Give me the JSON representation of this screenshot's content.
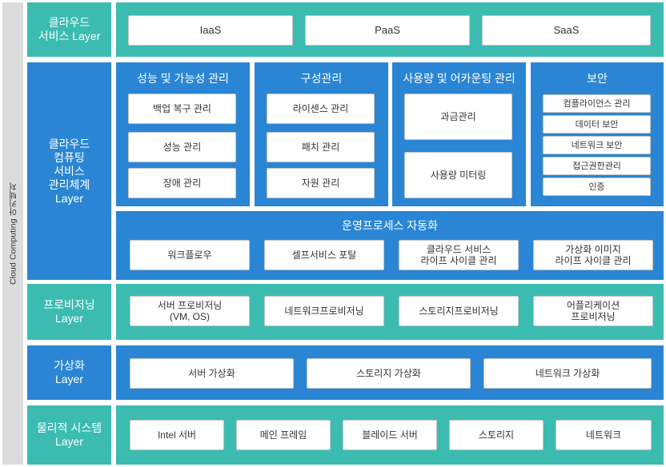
{
  "side_label": "Cloud Computing 아키텍처",
  "layers": {
    "cloud_service": {
      "label": "클라우드\n서비스 Layer",
      "items": [
        "IaaS",
        "PaaS",
        "SaaS"
      ]
    },
    "management": {
      "label": "클라우드\n컴퓨팅\n서비스\n관리체계\nLayer",
      "groups": [
        {
          "title": "성능 및 가능성 관리",
          "items": [
            "백업 복구 관리",
            "성능 관리",
            "장애 관리"
          ]
        },
        {
          "title": "구성관리",
          "items": [
            "라이센스 관리",
            "패치 관리",
            "자원 관리"
          ]
        },
        {
          "title": "사용량 및 어카운팅 관리",
          "items": [
            "과금관리",
            "사용량 미터링"
          ]
        },
        {
          "title": "보안",
          "items": [
            "컴플라이언스 관리",
            "데이터 보안",
            "네트워크 보안",
            "접근권한관리",
            "인증"
          ]
        }
      ],
      "automation": {
        "title": "운영프로세스 자동화",
        "items": [
          "워크플로우",
          "셀프서비스 포탈",
          "클라우드 서비스\n라이프 사이클 관리",
          "가상화 이미지\n라이프 사이클 관리"
        ]
      }
    },
    "provisioning": {
      "label": "프로비저닝\nLayer",
      "items": [
        "서버 프로비저닝\n(VM, OS)",
        "네트워크프로비저닝",
        "스토리지프로비저닝",
        "어플리케이션\n프로비저닝"
      ]
    },
    "virtualization": {
      "label": "가상화\nLayer",
      "items": [
        "서버 가상화",
        "스토리지 가상화",
        "네트워크 가상화"
      ]
    },
    "physical": {
      "label": "물리적 시스템\nLayer",
      "items": [
        "Intel 서버",
        "메인 프레임",
        "블레이드 서버",
        "스토리지",
        "네트워크"
      ]
    }
  },
  "colors": {
    "teal": "#3cbcb1",
    "blue": "#2a86d4",
    "side": "#dcdcdc"
  }
}
